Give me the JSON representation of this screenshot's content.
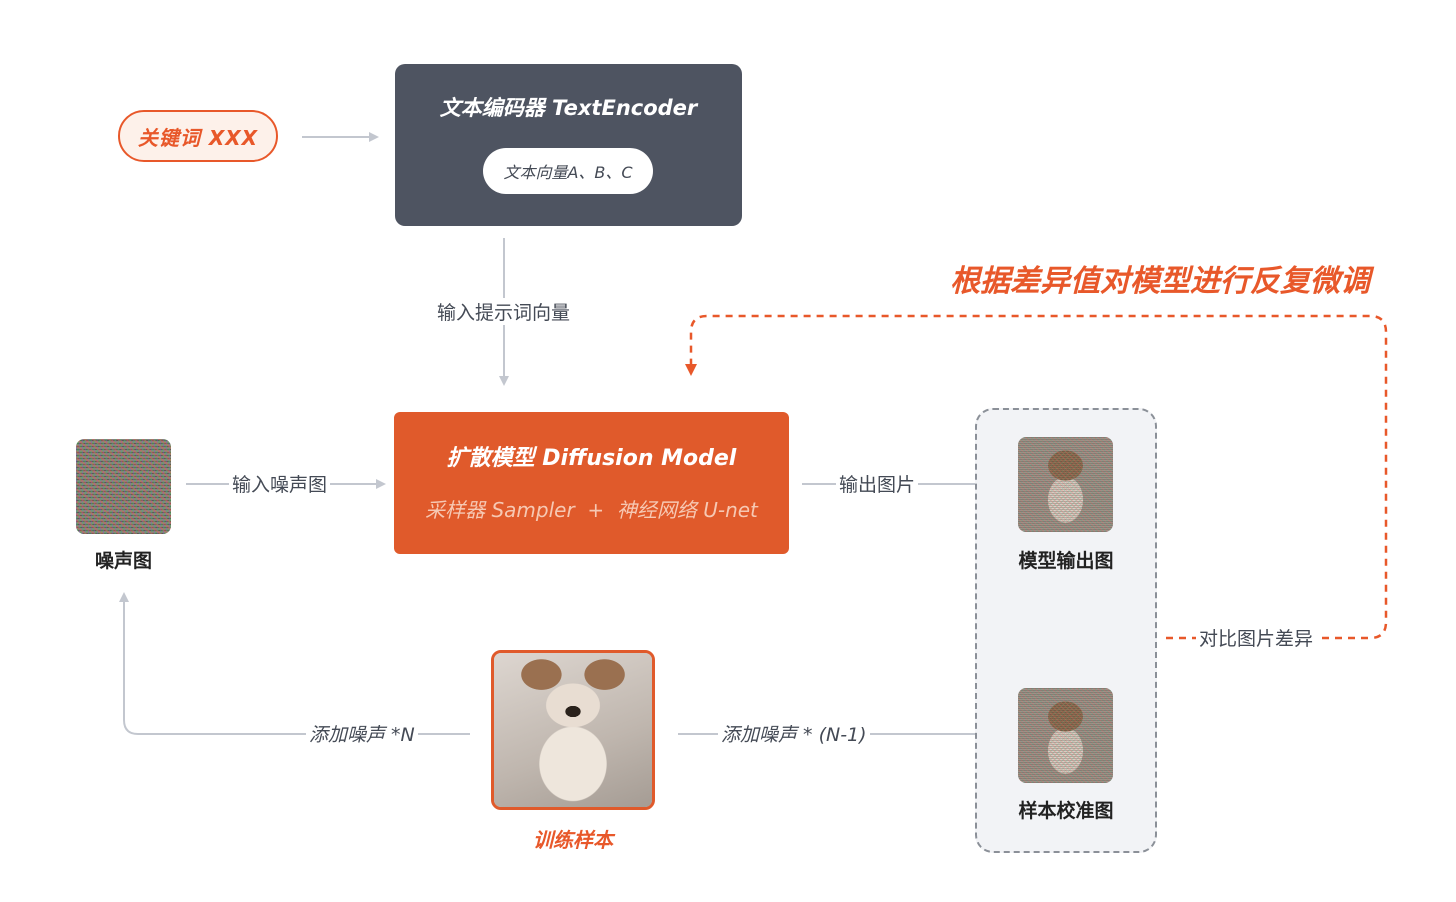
{
  "keyword": {
    "label": "关键词 XXX"
  },
  "text_encoder": {
    "title": "文本编码器 TextEncoder",
    "vectors": "文本向量A、B、C"
  },
  "edges": {
    "input_prompt_vector": "输入提示词向量",
    "input_noise_image": "输入噪声图",
    "output_image": "输出图片",
    "add_noise_n": "添加噪声 *N",
    "add_noise_n_minus_1": "添加噪声 * (N-1)",
    "compare_difference": "对比图片差异"
  },
  "diffusion_model": {
    "title": "扩散模型 Diffusion Model",
    "subtitle": "采样器 Sampler  +  神经网络 U-net"
  },
  "noise_image": {
    "caption": "噪声图"
  },
  "model_output": {
    "caption": "模型输出图"
  },
  "sample_calibration": {
    "caption": "样本校准图"
  },
  "training_sample": {
    "caption": "训练样本"
  },
  "feedback": {
    "title": "根据差异值对模型进行反复微调"
  },
  "colors": {
    "accent": "#e05a2b",
    "encoder": "#4e5461",
    "connector": "#c3c7cf",
    "text": "#444a55"
  }
}
